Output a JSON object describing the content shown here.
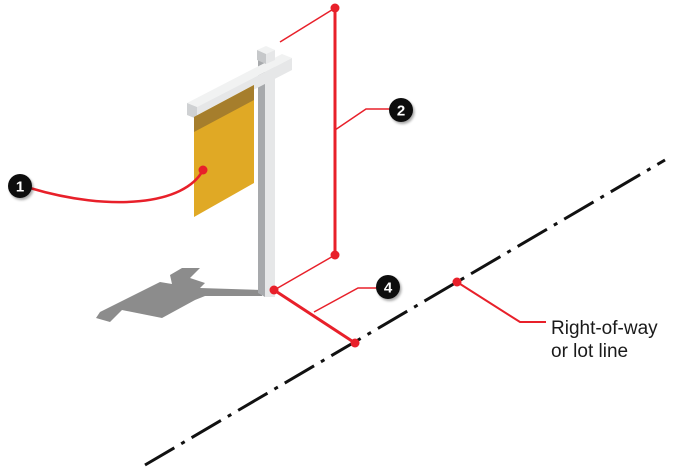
{
  "markers": [
    {
      "label": "1"
    },
    {
      "label": "2"
    },
    {
      "label": "4"
    }
  ],
  "annotation": {
    "line1": "Right-of-way",
    "line2": "or lot line"
  },
  "colors": {
    "accent": "#e8202a",
    "sign": "#e0a925",
    "sign_band": "#a67e2c",
    "post_light": "#e6e7e8",
    "post_dark": "#a7a9ac",
    "shadow": "#8c8c8c",
    "marker": "#111111"
  }
}
